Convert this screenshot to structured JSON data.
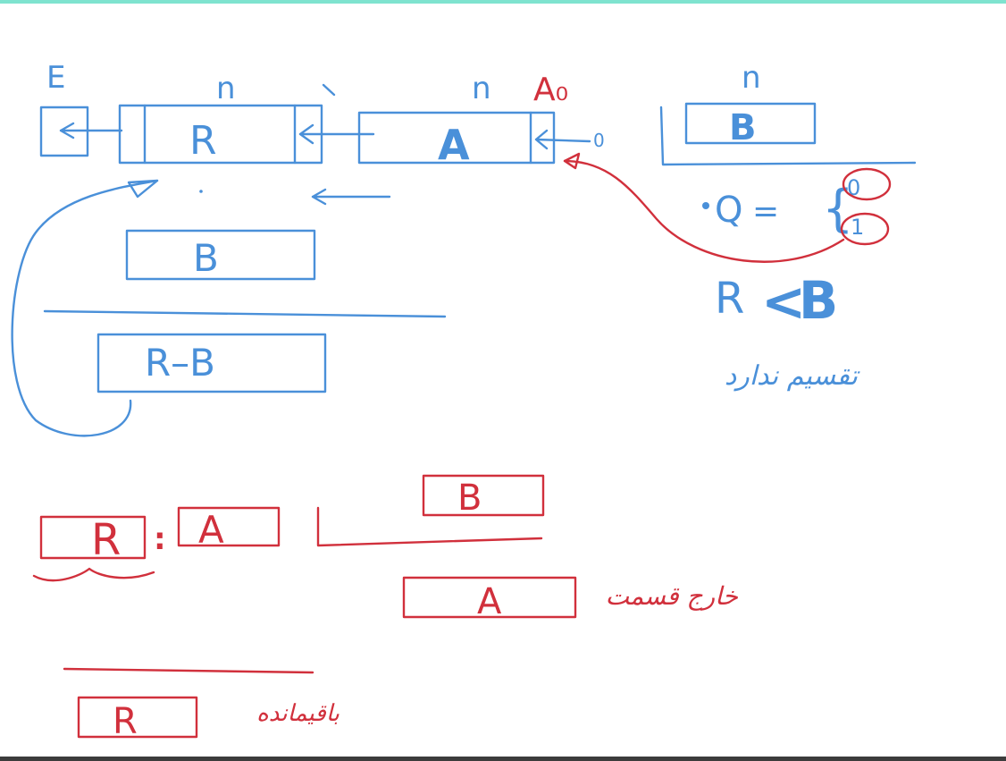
{
  "diagram": {
    "colors": {
      "blue": "#4a90d9",
      "red": "#d1303c",
      "top_bar": "#7fe3cf",
      "bottom_bar": "#3c3c3c"
    },
    "top_register": {
      "label_e": "E",
      "label_n1": "n",
      "label_n2": "n",
      "label_a0": "A₀",
      "cell_r": "R",
      "cell_a": "A",
      "in_bit": "0"
    },
    "divisor_box": {
      "label_n": "n",
      "cell_b": "B"
    },
    "set_expr": {
      "q_prefix": "Q",
      "brace_items": [
        "0",
        "1"
      ]
    },
    "compare": {
      "left": "R",
      "op": "<",
      "right": "B"
    },
    "compare_note": "تقسیم ندارد",
    "blue_subtract": {
      "b": "B",
      "result": "R–B"
    },
    "red_division": {
      "remainder": "R",
      "sep": ":",
      "dividend": "A",
      "divisor": "B",
      "quotient": "A",
      "quotient_note": "خارج قسمت",
      "remainder_box": "R",
      "remainder_note": "باقیمانده"
    }
  }
}
